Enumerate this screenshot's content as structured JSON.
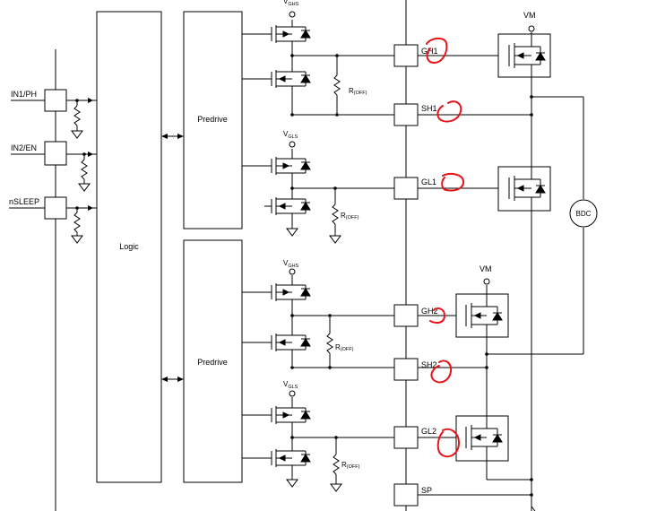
{
  "inputs": [
    {
      "label": "IN1/PH"
    },
    {
      "label": "IN2/EN"
    },
    {
      "label": "nSLEEP"
    }
  ],
  "blocks": {
    "logic": "Logic",
    "predrive_top": "Predrive",
    "predrive_bottom": "Predrive"
  },
  "pins": {
    "gh1": "GH1",
    "sh1": "SH1",
    "gl1": "GL1",
    "gh2": "GH2",
    "sh2": "SH2",
    "gl2": "GL2",
    "sp": "SP"
  },
  "supplies": {
    "vgh_main": "V",
    "vgh_sub": "GHS",
    "vgl_main": "V",
    "vgl_sub": "GLS",
    "vm": "VM"
  },
  "resistor": {
    "main": "R",
    "sub": "(OFF)"
  },
  "motor": "BDC",
  "colors": {
    "line": "#000000",
    "annotation": "#e8141b"
  }
}
